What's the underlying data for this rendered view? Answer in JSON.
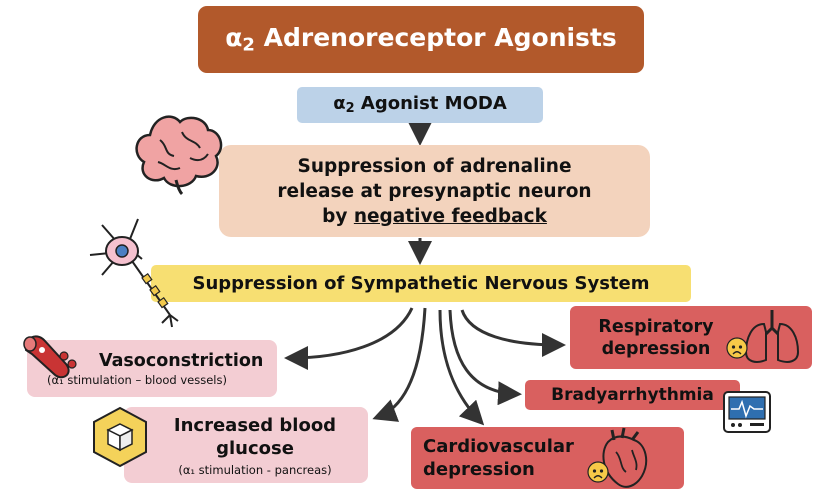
{
  "title": {
    "prefix": "α",
    "subscript": "2",
    "text": "Adrenoreceptor Agonists"
  },
  "moda": {
    "prefix": "α",
    "subscript": "2",
    "text": "Agonist MODA"
  },
  "adrenaline_box": {
    "line1": "Suppression of adrenaline",
    "line2": "release at presynaptic neuron",
    "line3_prefix": "by ",
    "line3_emphasis": "negative feedback"
  },
  "sns_box": {
    "text": "Suppression of Sympathetic Nervous System"
  },
  "effects": {
    "vasoconstriction": {
      "label": "Vasoconstriction",
      "note": "(α₁ stimulation – blood vessels)"
    },
    "glucose": {
      "line1": "Increased blood",
      "line2": "glucose",
      "note": "(α₁ stimulation - pancreas)"
    },
    "respiratory": {
      "line1": "Respiratory",
      "line2": "depression"
    },
    "bradyarrhythmia": {
      "label": "Bradyarrhythmia"
    },
    "cardiovascular": {
      "line1": "Cardiovascular",
      "line2": "depression"
    }
  },
  "icons": [
    "brain-icon",
    "neuron-icon",
    "blood-vessel-icon",
    "sugar-cube-icon",
    "lungs-icon",
    "ecg-monitor-icon",
    "heart-icon",
    "worried-face-icon"
  ],
  "colors": {
    "title": "#b2592b",
    "moda": "#bcd2e8",
    "adrenaline": "#f3d3bd",
    "sns": "#f7df72",
    "alpha1": "#f3cdd3",
    "adverse": "#d9605f"
  }
}
